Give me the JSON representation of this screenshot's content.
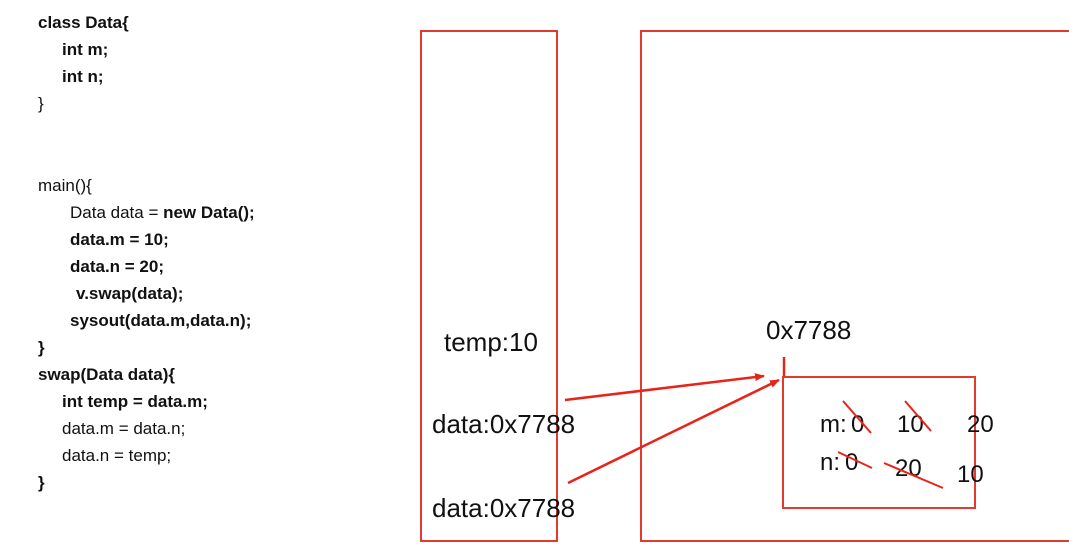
{
  "code": {
    "class_decl": "class Data{",
    "field_m": "int m;",
    "field_n": "int n;",
    "class_close": "}",
    "main_sig": "main(){",
    "alloc_prefix": "Data data = ",
    "alloc_new": "new Data();",
    "assign_m": "data.m = 10;",
    "assign_n": "data.n = 20;",
    "call_swap": "v.swap(data);",
    "call_print": "sysout(data.m,data.n);",
    "main_close": "}",
    "swap_sig": "swap(Data data){",
    "swap_temp": "int temp = data.m;",
    "swap_m": "data.m = data.n;",
    "swap_n": "data.n = temp;",
    "swap_close": "}"
  },
  "stack": {
    "temp": "temp:10",
    "data_ref_swap": "data:0x7788",
    "data_ref_main": "data:0x7788"
  },
  "heap": {
    "address": "0x7788",
    "m_label": "m:",
    "m_old": "0",
    "m_mid": "10",
    "m_new": "20",
    "n_label": "n:",
    "n_old": "0",
    "n_mid": "20",
    "n_new": "10"
  },
  "colors": {
    "border": "#e23b2e",
    "arrow": "#e8241a"
  }
}
